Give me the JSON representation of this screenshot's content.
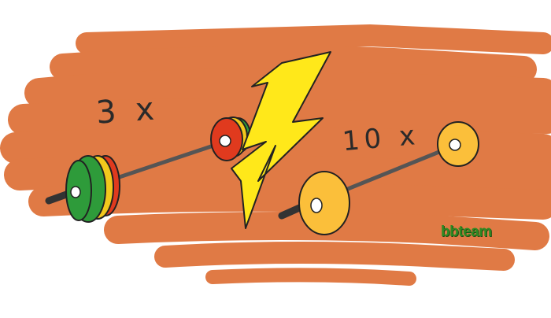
{
  "illustration": {
    "left_reps_label": "3 x",
    "right_reps_label": "10 x",
    "logo_text": "bbteam",
    "colors": {
      "scribble": "#E07A45",
      "bolt": "#FFE81A",
      "heavy_plates": [
        "#2E9B3A",
        "#F2C81D",
        "#E03A1E"
      ],
      "light_plates": "#FBBF3A",
      "bar": "#555555",
      "logo": "#2F8A23"
    },
    "icons": [
      "heavy-barbell-icon",
      "light-barbell-icon",
      "lightning-bolt-icon"
    ]
  }
}
